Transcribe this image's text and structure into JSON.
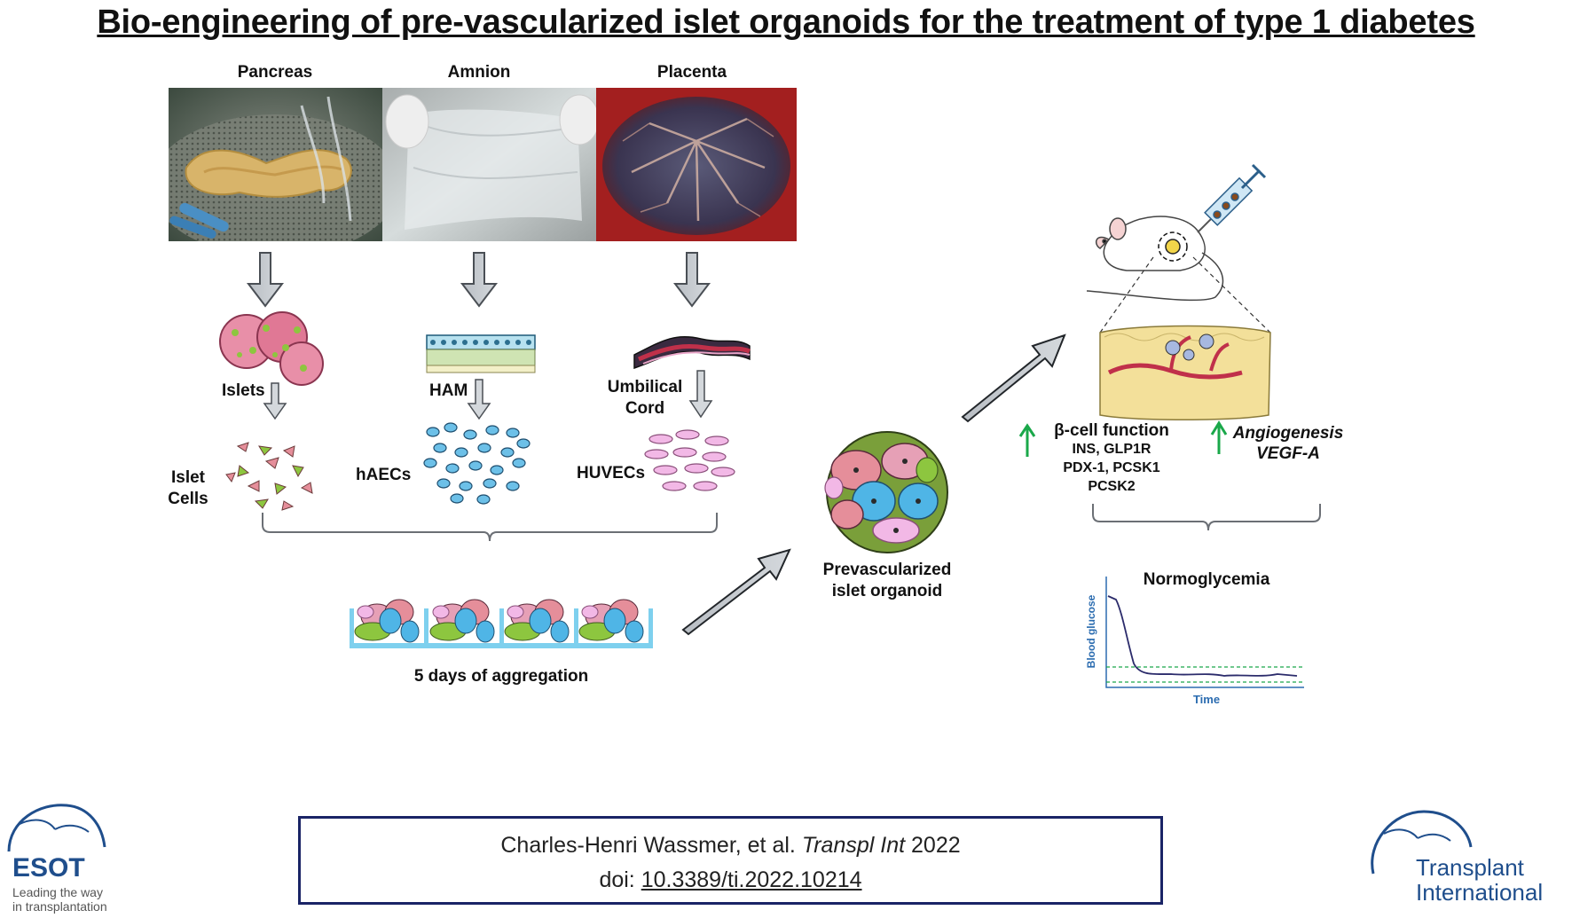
{
  "title": "Bio-engineering of pre-vascularized islet organoids for the treatment of type 1 diabetes",
  "sources": [
    {
      "label": "Pancreas",
      "image": "pancreas-photo"
    },
    {
      "label": "Amnion",
      "image": "amnion-photo"
    },
    {
      "label": "Placenta",
      "image": "placenta-photo"
    }
  ],
  "intermediates": {
    "islets": "Islets",
    "ham": "HAM",
    "umbilical_line1": "Umbilical",
    "umbilical_line2": "Cord"
  },
  "cells": {
    "islet_line1": "Islet",
    "islet_line2": "Cells",
    "haecs": "hAECs",
    "huvecs": "HUVECs"
  },
  "aggregation_label": "5 days of aggregation",
  "organoid_line1": "Prevascularized",
  "organoid_line2": "islet organoid",
  "outcomes": {
    "beta_title": "β-cell function",
    "beta_line1": "INS,   GLP1R",
    "beta_line2": "PDX-1,  PCSK1",
    "beta_line3": "PCSK2",
    "angio_title": "Angiogenesis",
    "angio_line2": "VEGF-A"
  },
  "graph": {
    "title": "Normoglycemia",
    "ylabel": "Blood glucose",
    "xlabel": "Time"
  },
  "reference": {
    "authors": "Charles-Henri Wassmer, et al.",
    "journal": "Transpl Int",
    "year": "2022",
    "doi_prefix": "doi:",
    "doi": "10.3389/ti.2022.10214"
  },
  "logos": {
    "esot": "ESOT",
    "esot_tag1": "Leading the way",
    "esot_tag2": "in transplantation",
    "ti_line1": "Transplant",
    "ti_line2": "International"
  },
  "colors": {
    "accent_green": "#1aa84a",
    "box_border": "#1a2466",
    "graph_blue": "#2b6cb0",
    "logo_blue": "#1f4e8c"
  }
}
